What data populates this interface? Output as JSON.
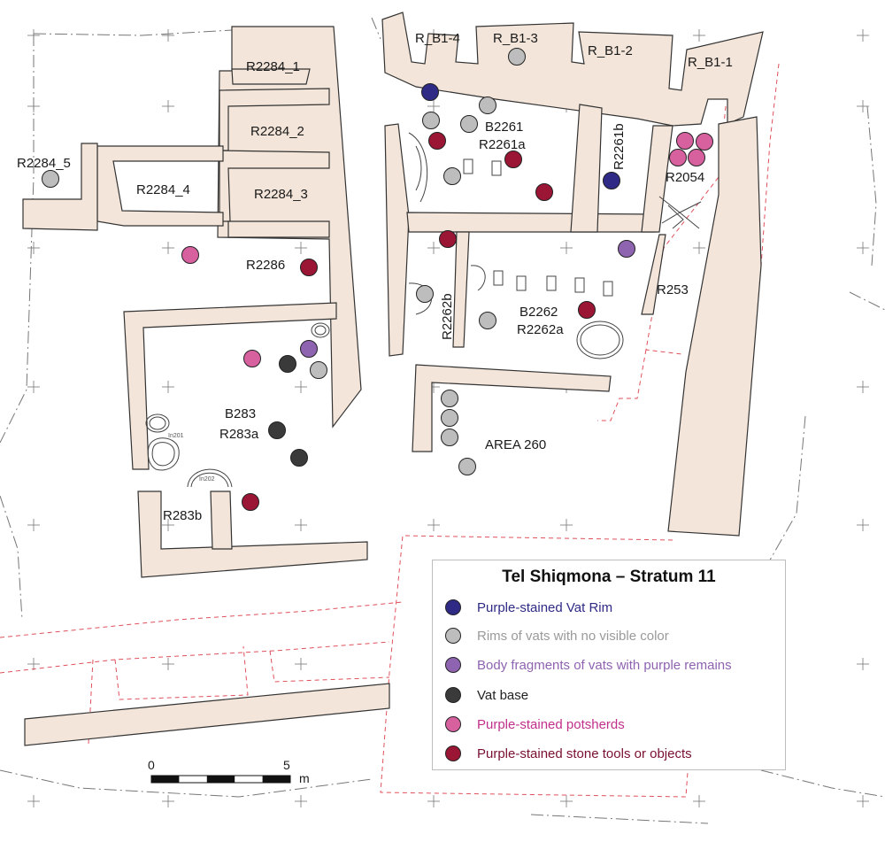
{
  "map": {
    "title": "Tel Shiqmona – Stratum 11",
    "colors": {
      "vat_rim": "#2e2a85",
      "rim_no_color": "#bdbdbd",
      "body_purple": "#8e63b0",
      "vat_base": "#3a3a3a",
      "potsherd": "#d7609f",
      "stone_tool": "#9b1535",
      "wall_fill": "#f3e5d9",
      "excavation_dash": "#e0505a"
    },
    "legend": [
      {
        "category": "vat_rim",
        "label": "Purple-stained Vat Rim",
        "color": "#2e2a85",
        "text_color": "#2e2a85"
      },
      {
        "category": "rim_no_color",
        "label": "Rims of vats with no visible color",
        "color": "#bdbdbd",
        "text_color": "#9a9a9a"
      },
      {
        "category": "body_purple",
        "label": "Body fragments of vats with purple remains",
        "color": "#8e63b0",
        "text_color": "#8e63b0"
      },
      {
        "category": "vat_base",
        "label": "Vat base",
        "color": "#3a3a3a",
        "text_color": "#222222"
      },
      {
        "category": "potsherd",
        "label": "Purple-stained potsherds",
        "color": "#d7609f",
        "text_color": "#c0308a"
      },
      {
        "category": "stone_tool",
        "label": "Purple-stained stone tools or objects",
        "color": "#9b1535",
        "text_color": "#7a1030"
      }
    ],
    "labels": {
      "r2284_1": "R2284_1",
      "r2284_2": "R2284_2",
      "r2284_3": "R2284_3",
      "r2284_4": "R2284_4",
      "r2284_5": "R2284_5",
      "r2286": "R2286",
      "b283": "B283",
      "r283a": "R283a",
      "r283b": "R283b",
      "rb1_4": "R_B1-4",
      "rb1_3": "R_B1-3",
      "rb1_2": "R_B1-2",
      "rb1_1": "R_B1-1",
      "b2261": "B2261",
      "r2261a": "R2261a",
      "r2261b": "R2261b",
      "r2054": "R2054",
      "r253": "R253",
      "r2262b": "R2262b",
      "b2262": "B2262",
      "r2262a": "R2262a",
      "area260": "AREA 260",
      "in201": "In201",
      "in202": "In202"
    },
    "scale": {
      "start_label": "0",
      "end_label": "5",
      "unit": "m"
    }
  }
}
